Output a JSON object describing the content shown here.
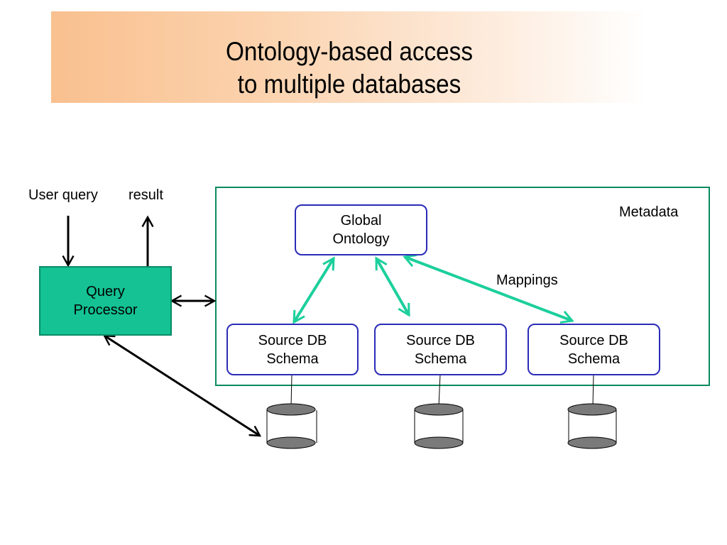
{
  "title": {
    "line1": "Ontology-based access",
    "line2": "to multiple databases"
  },
  "labels": {
    "user_query": "User query",
    "result": "result",
    "metadata": "Metadata",
    "mappings": "Mappings"
  },
  "query_processor": {
    "line1": "Query",
    "line2": "Processor"
  },
  "global_ontology": {
    "line1": "Global",
    "line2": "Ontology"
  },
  "source_schemas": [
    {
      "line1": "Source DB",
      "line2": "Schema"
    },
    {
      "line1": "Source DB",
      "line2": "Schema"
    },
    {
      "line1": "Source DB",
      "line2": "Schema"
    }
  ],
  "colors": {
    "title_gradient_start": "#f9c08f",
    "metadata_border": "#0a8a5e",
    "query_processor_fill": "#14c293",
    "box_border": "#2b2bb8",
    "mapping_arrow": "#1ccf9c",
    "database_fill": "#7a7a7a"
  }
}
